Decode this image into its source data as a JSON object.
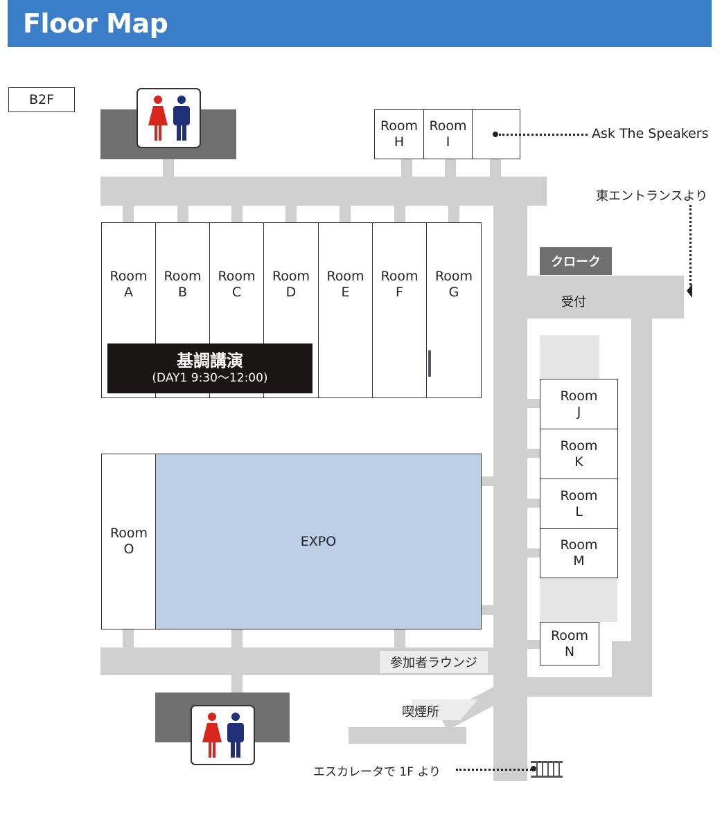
{
  "header": {
    "title": "Floor Map"
  },
  "floor": "B2F",
  "rooms": {
    "a": "Room\nA",
    "b": "Room\nB",
    "c": "Room\nC",
    "d": "Room\nD",
    "e": "Room\nE",
    "f": "Room\nF",
    "g": "Room\nG",
    "h": "Room\nH",
    "i": "Room\nI",
    "j": "Room\nJ",
    "k": "Room\nK",
    "l": "Room\nL",
    "m": "Room\nM",
    "n": "Room\nN",
    "o": "Room\nO"
  },
  "keynote": {
    "title": "基調講演",
    "time": "(DAY1 9:30〜12:00)"
  },
  "expo": "EXPO",
  "labels": {
    "ask_speakers": "Ask The Speakers",
    "east_entrance": "東エントランスより",
    "cloak": "クローク",
    "reception": "受付",
    "lounge": "参加者ラウンジ",
    "smoking": "喫煙所",
    "escalator": "エスカレータで 1F より"
  },
  "colors": {
    "header": "#3a7dc8",
    "corridor": "#cfcfcf",
    "dark_block": "#6f6f6f",
    "expo": "#bccfe6",
    "keynote": "#1b1616",
    "female_icon": "#d7261e",
    "male_icon": "#1f2f78"
  }
}
